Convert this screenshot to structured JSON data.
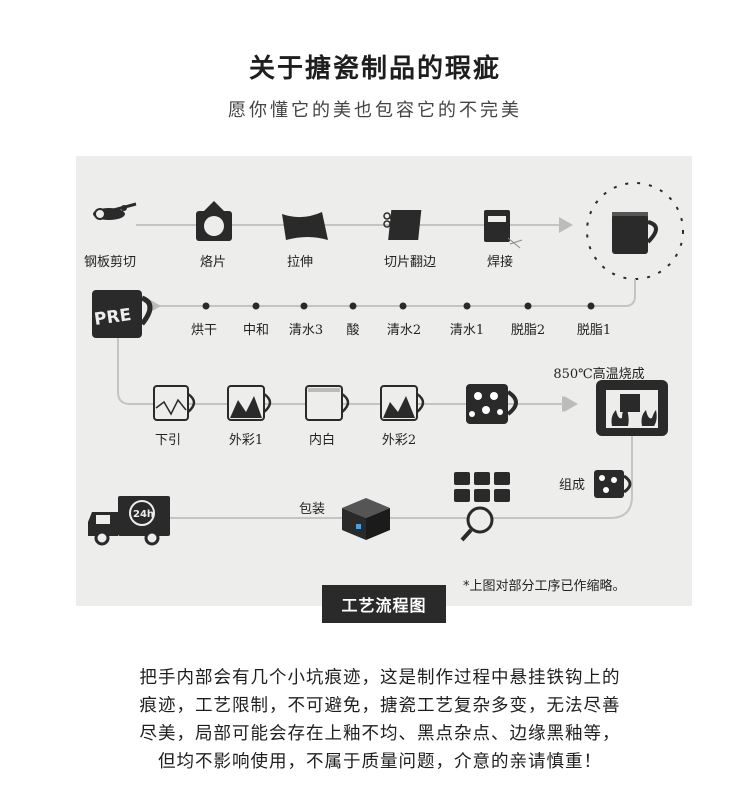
{
  "header": {
    "title": "关于搪瓷制品的瑕疵",
    "subtitle": "愿你懂它的美也包容它的不完美"
  },
  "diagram": {
    "row1": [
      "钢板剪切",
      "烙片",
      "拉伸",
      "切片翻边",
      "焊接"
    ],
    "row2": [
      "烘干",
      "中和",
      "清水3",
      "酸",
      "清水2",
      "清水1",
      "脱脂2",
      "脱脂1"
    ],
    "pre_label": "PRE",
    "row3": [
      "下引",
      "外彩1",
      "内白",
      "外彩2"
    ],
    "kiln_label": "850℃高温烧成",
    "assemble_label": "组成",
    "pack_label": "包装",
    "truck_label": "24h",
    "legend": "工艺流程图",
    "note": "*上图对部分工序已作缩略。"
  },
  "body": {
    "lines": [
      "把手内部会有几个小坑痕迹，这是制作过程中悬挂铁钩上的",
      "痕迹，工艺限制，不可避免，搪瓷工艺复杂多变，无法尽善",
      "尽美，局部可能会存在上釉不均、黑点杂点、边缘黑釉等，",
      "但均不影响使用，不属于质量问题，介意的亲请慎重！"
    ]
  },
  "colors": {
    "panel": "#ededeb",
    "dark": "#2a2a2a",
    "line": "#bcbcbc"
  }
}
